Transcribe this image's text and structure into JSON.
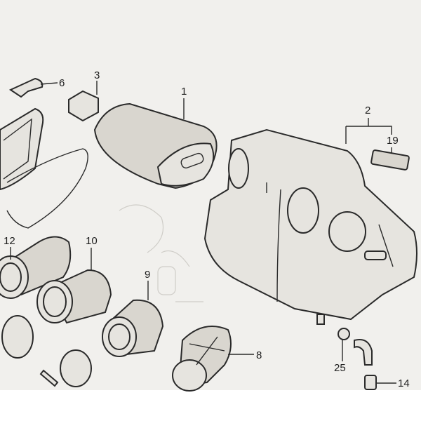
{
  "diagram": {
    "title": "Air cleaner parts exploded view",
    "part_labels": [
      "6",
      "3",
      "1",
      "2",
      "19",
      "12",
      "10",
      "9",
      "8",
      "25",
      "14"
    ]
  }
}
